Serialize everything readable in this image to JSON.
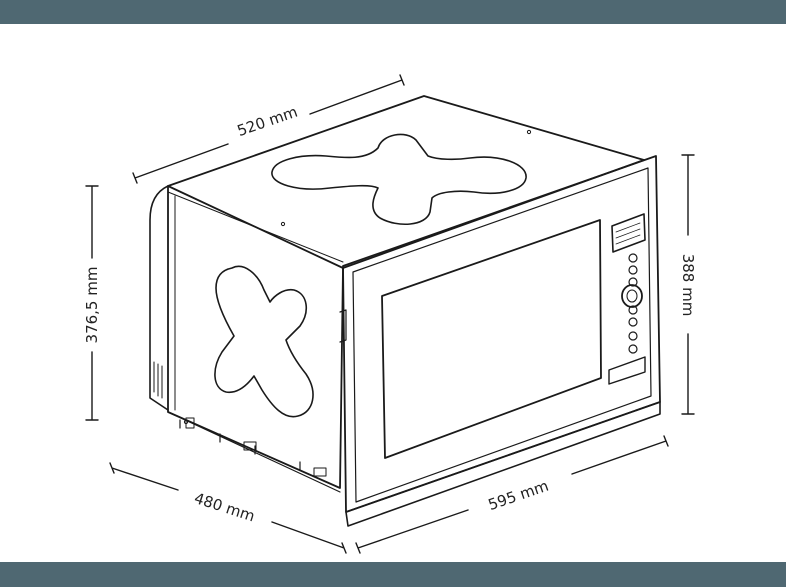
{
  "dimensions": {
    "top_width": "520 mm",
    "left_height": "376,5 mm",
    "right_height": "388 mm",
    "depth": "480 mm",
    "front_width": "595 mm"
  },
  "colors": {
    "bar": "#4f6872",
    "line": "#1a1a1a",
    "background": "#ffffff"
  }
}
